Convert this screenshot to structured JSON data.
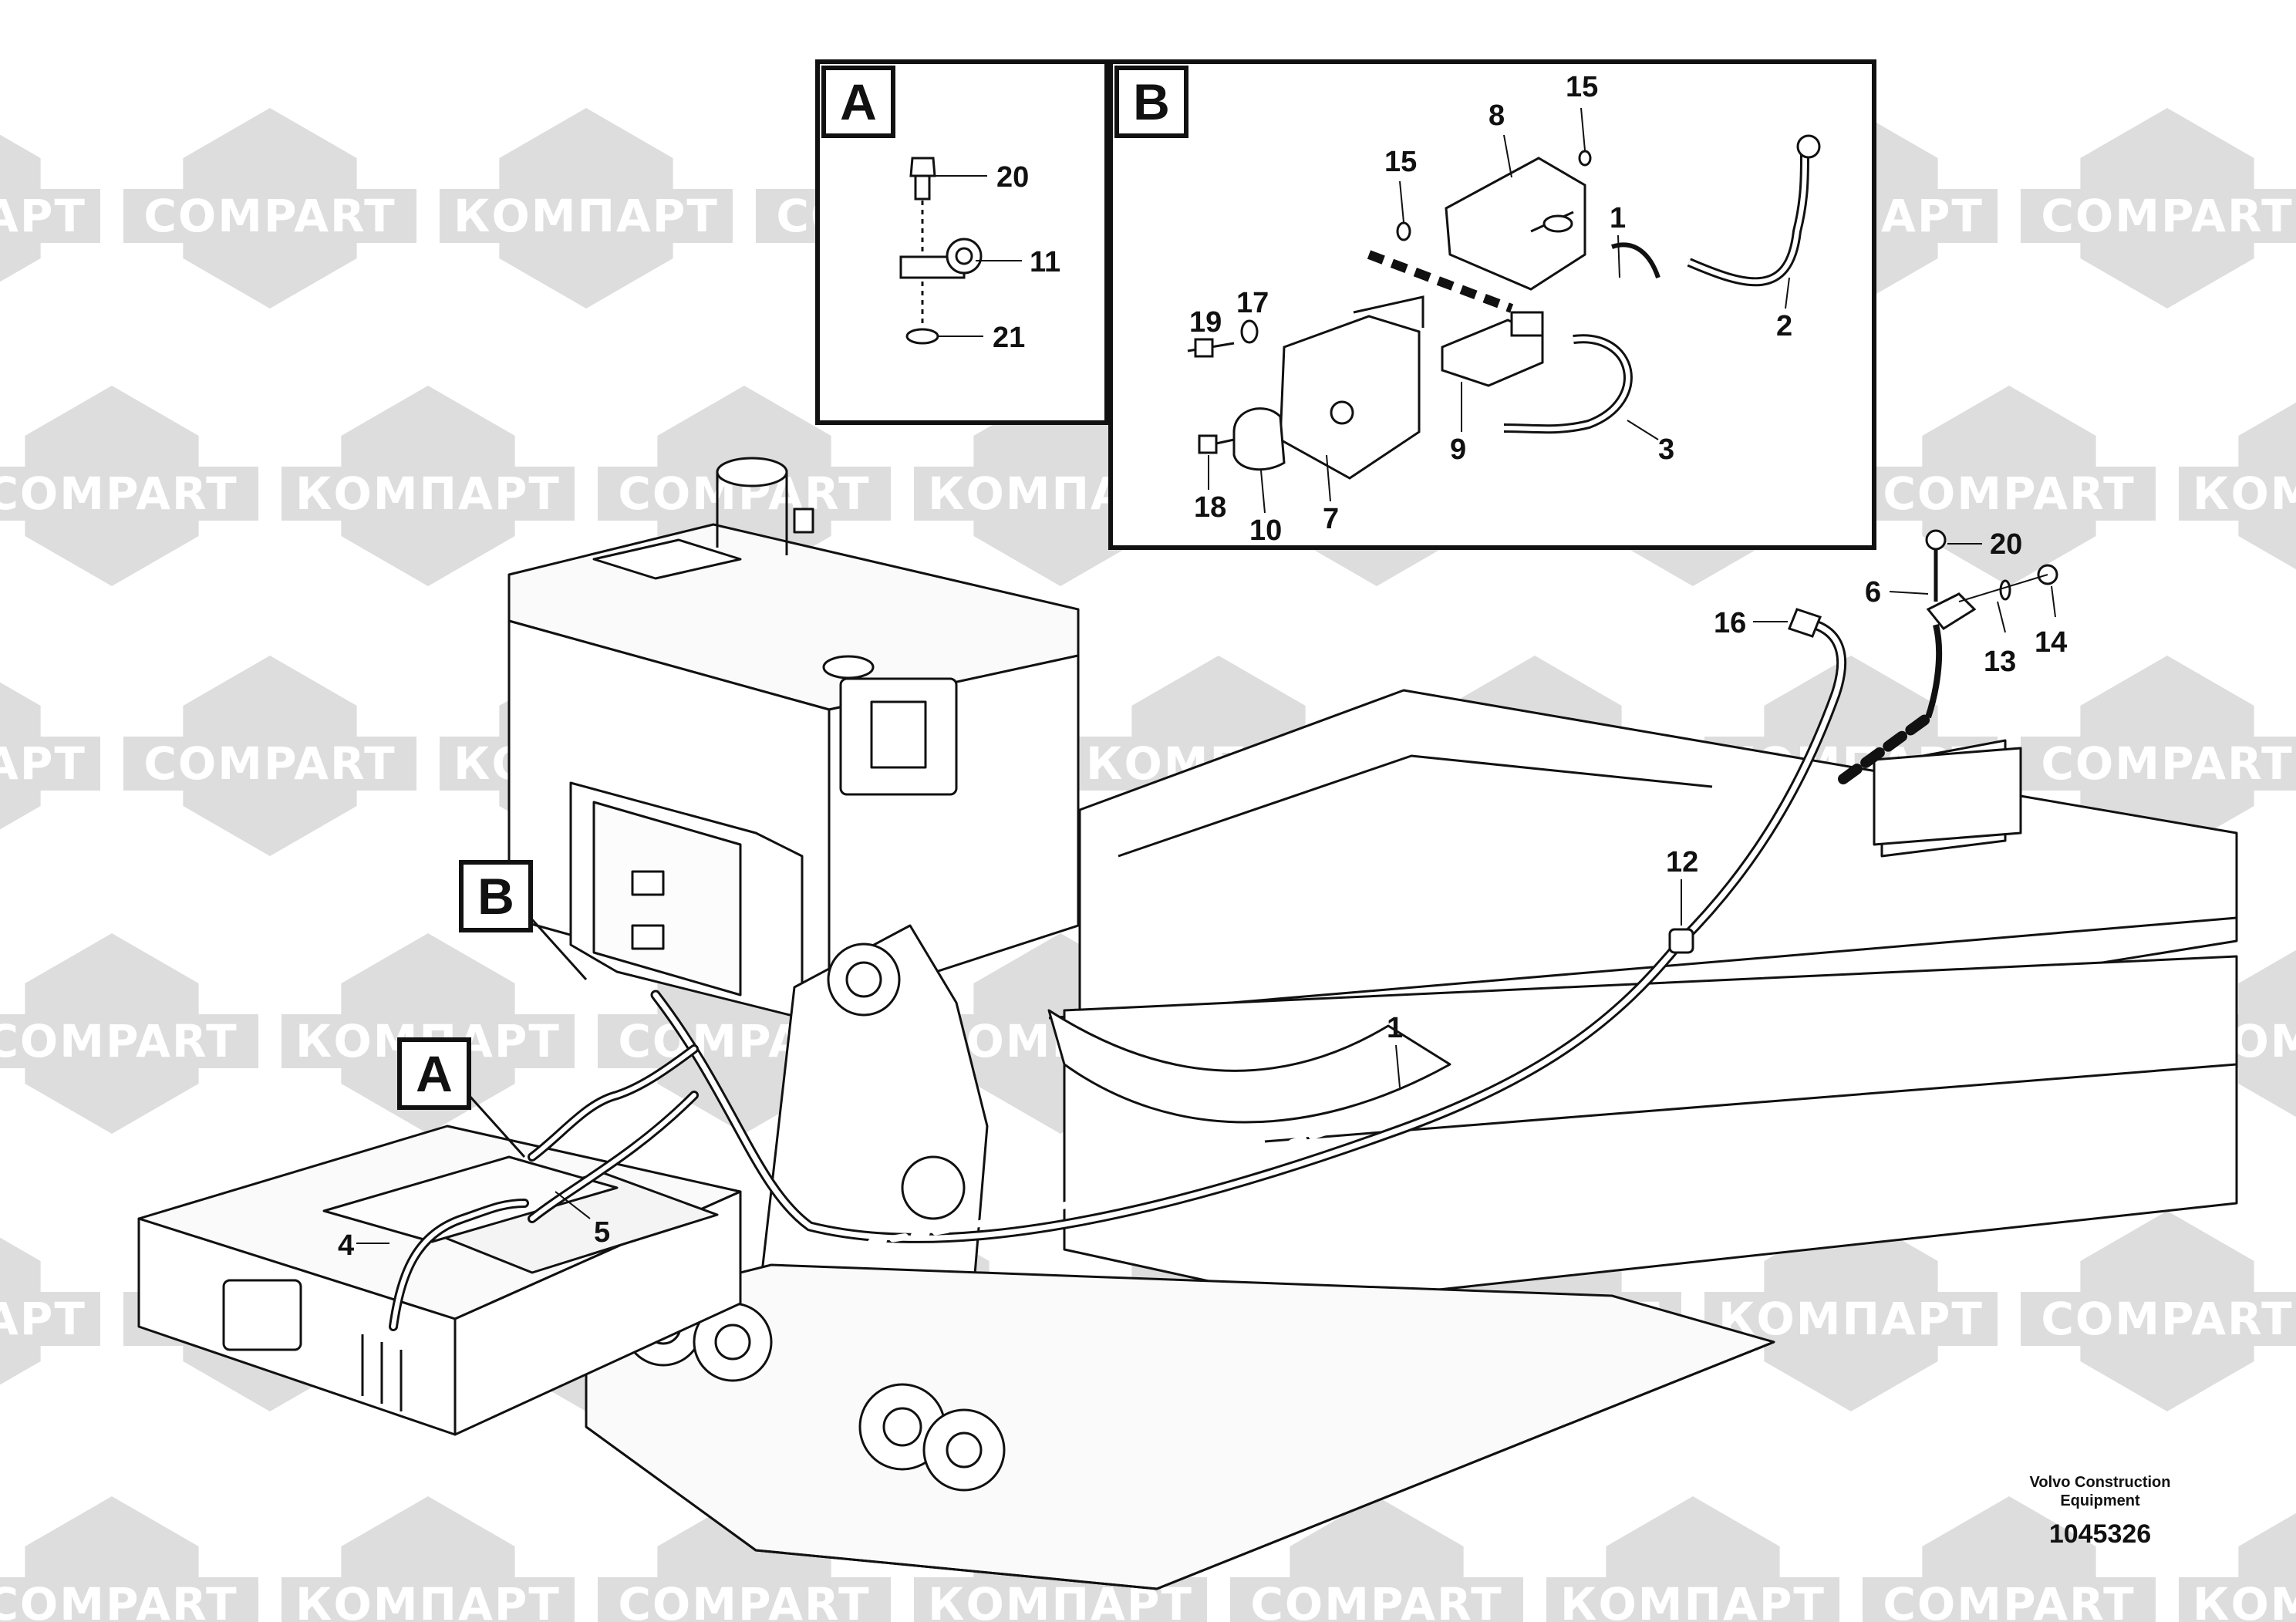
{
  "watermark": {
    "text_cyrillic": "КОМПАРТ",
    "text_latin": "COMPART",
    "color": "#dddddd"
  },
  "detail_a": {
    "label": "A",
    "callouts": [
      "20",
      "11",
      "21"
    ]
  },
  "detail_b": {
    "label": "B",
    "callouts": [
      "8",
      "15",
      "15",
      "1",
      "2",
      "19",
      "17",
      "9",
      "3",
      "18",
      "10",
      "7"
    ]
  },
  "main_callouts": [
    "20",
    "6",
    "13",
    "14",
    "16",
    "12",
    "1",
    "4",
    "5"
  ],
  "markers": {
    "a": "A",
    "b": "B"
  },
  "footer": {
    "maker_line1": "Volvo Construction",
    "maker_line2": "Equipment",
    "drawing_number": "1045326"
  },
  "colors": {
    "line": "#111111",
    "frame_fill": "#ffffff",
    "shade": "#f2f2f2"
  }
}
